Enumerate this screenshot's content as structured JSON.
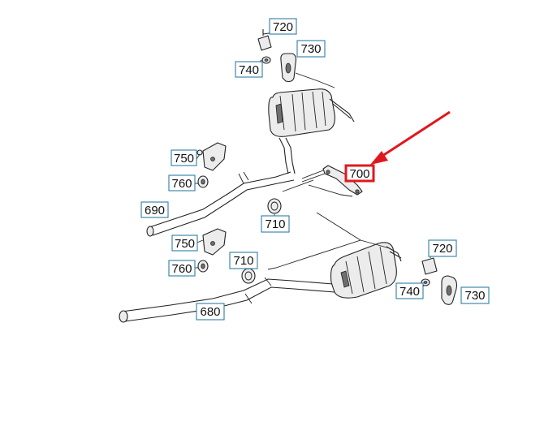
{
  "callouts": {
    "p720_top": "720",
    "p730_top": "730",
    "p740_top": "740",
    "p700": "700",
    "p750_top": "750",
    "p760_top": "760",
    "p690": "690",
    "p710_mid": "710",
    "p750_bot": "750",
    "p760_bot": "760",
    "p710_bot": "710",
    "p680": "680",
    "p720_right": "720",
    "p740_right": "740",
    "p730_right": "730"
  },
  "colors": {
    "callout_border": "#2f7fa6",
    "highlight": "#e0181e",
    "arrow": "#e0181e"
  },
  "highlighted_callout": "700"
}
